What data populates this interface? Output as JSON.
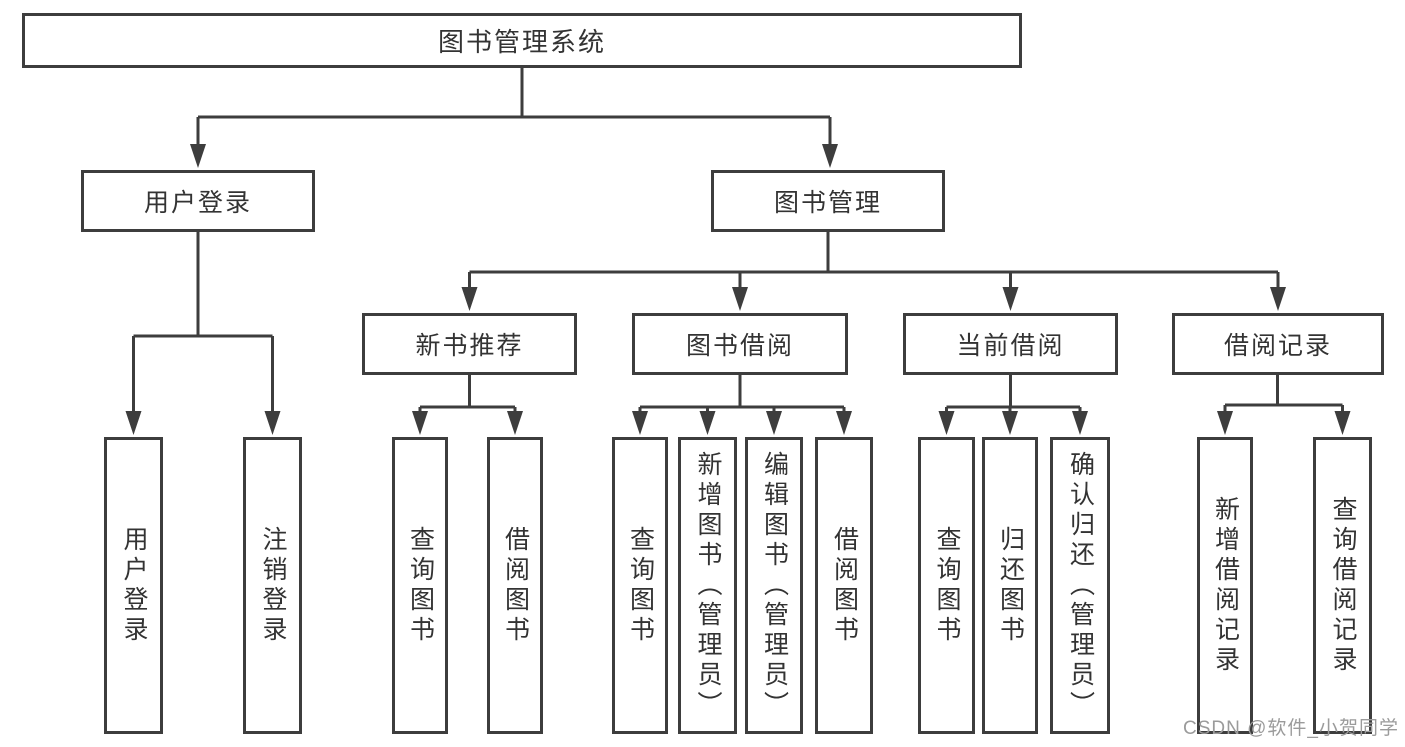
{
  "nodes": {
    "root": "图书管理系统",
    "user_login": "用户登录",
    "book_management": "图书管理",
    "new_book_recommend": "新书推荐",
    "book_borrowing": "图书借阅",
    "current_borrowing": "当前借阅",
    "borrow_records": "借阅记录",
    "leaf_user_login": "用户登录",
    "leaf_logout": "注销登录",
    "leaf_nb_query": "查询图书",
    "leaf_nb_borrow": "借阅图书",
    "leaf_bb_query": "查询图书",
    "leaf_bb_add": "新增图书（管理员）",
    "leaf_bb_edit": "编辑图书（管理员）",
    "leaf_bb_borrow": "借阅图书",
    "leaf_cb_query": "查询图书",
    "leaf_cb_return": "归还图书",
    "leaf_cb_confirm": "确认归还（管理员）",
    "leaf_br_add": "新增借阅记录",
    "leaf_br_query": "查询借阅记录"
  },
  "hierarchy": {
    "图书管理系统": {
      "用户登录": [
        "用户登录",
        "注销登录"
      ],
      "图书管理": {
        "新书推荐": [
          "查询图书",
          "借阅图书"
        ],
        "图书借阅": [
          "查询图书",
          "新增图书（管理员）",
          "编辑图书（管理员）",
          "借阅图书"
        ],
        "当前借阅": [
          "查询图书",
          "归还图书",
          "确认归还（管理员）"
        ],
        "借阅记录": [
          "新增借阅记录",
          "查询借阅记录"
        ]
      }
    }
  },
  "watermark": "CSDN @软件_小贺同学",
  "colors": {
    "line": "#3d3d3d",
    "border": "#3d3d3d",
    "text": "#333333",
    "watermark": "#9b9b9b",
    "background": "#ffffff"
  }
}
